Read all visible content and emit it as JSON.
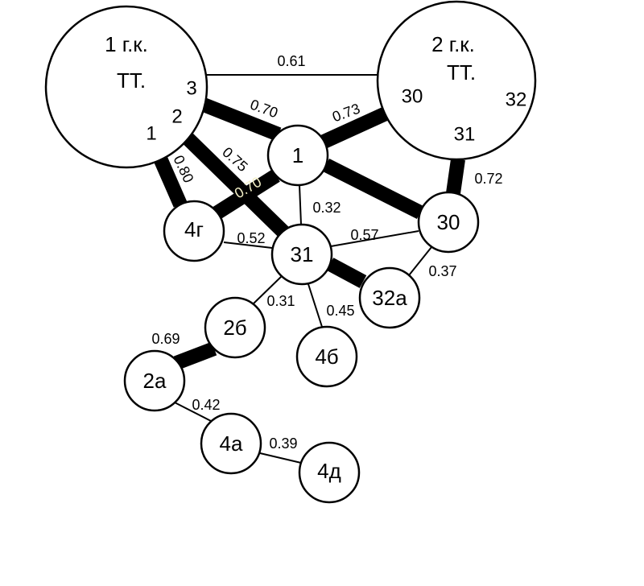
{
  "colors": {
    "line": "#000000",
    "node_fill": "#ffffff",
    "light_label": "#f4f1c8"
  },
  "groups": [
    {
      "id": "g1",
      "label_line1": "1 г.к.",
      "label_line2": "ТТ.",
      "ports": [
        "1",
        "2",
        "3"
      ]
    },
    {
      "id": "g2",
      "label_line1": "2 г.к.",
      "label_line2": "ТТ.",
      "ports": [
        "30",
        "31",
        "32"
      ]
    }
  ],
  "nodes": [
    {
      "id": "n1",
      "label": "1"
    },
    {
      "id": "n30",
      "label": "30"
    },
    {
      "id": "n4g",
      "label": "4г"
    },
    {
      "id": "n31",
      "label": "31"
    },
    {
      "id": "n32a",
      "label": "32а"
    },
    {
      "id": "n2b",
      "label": "2б"
    },
    {
      "id": "n4b",
      "label": "4б"
    },
    {
      "id": "n2a",
      "label": "2а"
    },
    {
      "id": "n4a",
      "label": "4а"
    },
    {
      "id": "n4d",
      "label": "4д"
    }
  ],
  "edges": [
    {
      "id": "e-g1-g2",
      "from": "g1",
      "to": "g2",
      "value": "0.61",
      "weight": 0.61
    },
    {
      "id": "e-g1p3-n1",
      "from": "g1.3",
      "to": "n1",
      "value": "0.70",
      "weight": 0.7
    },
    {
      "id": "e-g2p30-n1",
      "from": "g2.30",
      "to": "n1",
      "value": "0.73",
      "weight": 0.73
    },
    {
      "id": "e-g1p2-n31",
      "from": "g1.2",
      "to": "n31",
      "value": "0.75",
      "weight": 0.75
    },
    {
      "id": "e-g1p1-n4g",
      "from": "g1.1",
      "to": "n4g",
      "value": "0.80",
      "weight": 0.8
    },
    {
      "id": "e-n1-n4g",
      "from": "n1",
      "to": "n4g",
      "value": "0.70",
      "weight": 0.7
    },
    {
      "id": "e-g2p31-n30",
      "from": "g2.31",
      "to": "n30",
      "value": "0.72",
      "weight": 0.72
    },
    {
      "id": "e-n1-n30",
      "from": "n1",
      "to": "n30",
      "value": "",
      "weight": 0.72
    },
    {
      "id": "e-n1-n31",
      "from": "n1",
      "to": "n31",
      "value": "0.32",
      "weight": 0.32
    },
    {
      "id": "e-n4g-n31",
      "from": "n4g",
      "to": "n31",
      "value": "0.52",
      "weight": 0.52
    },
    {
      "id": "e-n31-n30",
      "from": "n31",
      "to": "n30",
      "value": "0.57",
      "weight": 0.57
    },
    {
      "id": "e-n30-n32a",
      "from": "n30",
      "to": "n32a",
      "value": "0.37",
      "weight": 0.37
    },
    {
      "id": "e-n31-n32a",
      "from": "n31",
      "to": "n32a",
      "value": "",
      "weight": 0.72
    },
    {
      "id": "e-n31-n2b",
      "from": "n31",
      "to": "n2b",
      "value": "0.31",
      "weight": 0.31
    },
    {
      "id": "e-n31-n4b",
      "from": "n31",
      "to": "n4b",
      "value": "0.45",
      "weight": 0.45
    },
    {
      "id": "e-n2b-n2a",
      "from": "n2b",
      "to": "n2a",
      "value": "0.69",
      "weight": 0.69
    },
    {
      "id": "e-n2a-n4a",
      "from": "n2a",
      "to": "n4a",
      "value": "0.42",
      "weight": 0.42
    },
    {
      "id": "e-n4a-n4d",
      "from": "n4a",
      "to": "n4d",
      "value": "0.39",
      "weight": 0.39
    }
  ]
}
